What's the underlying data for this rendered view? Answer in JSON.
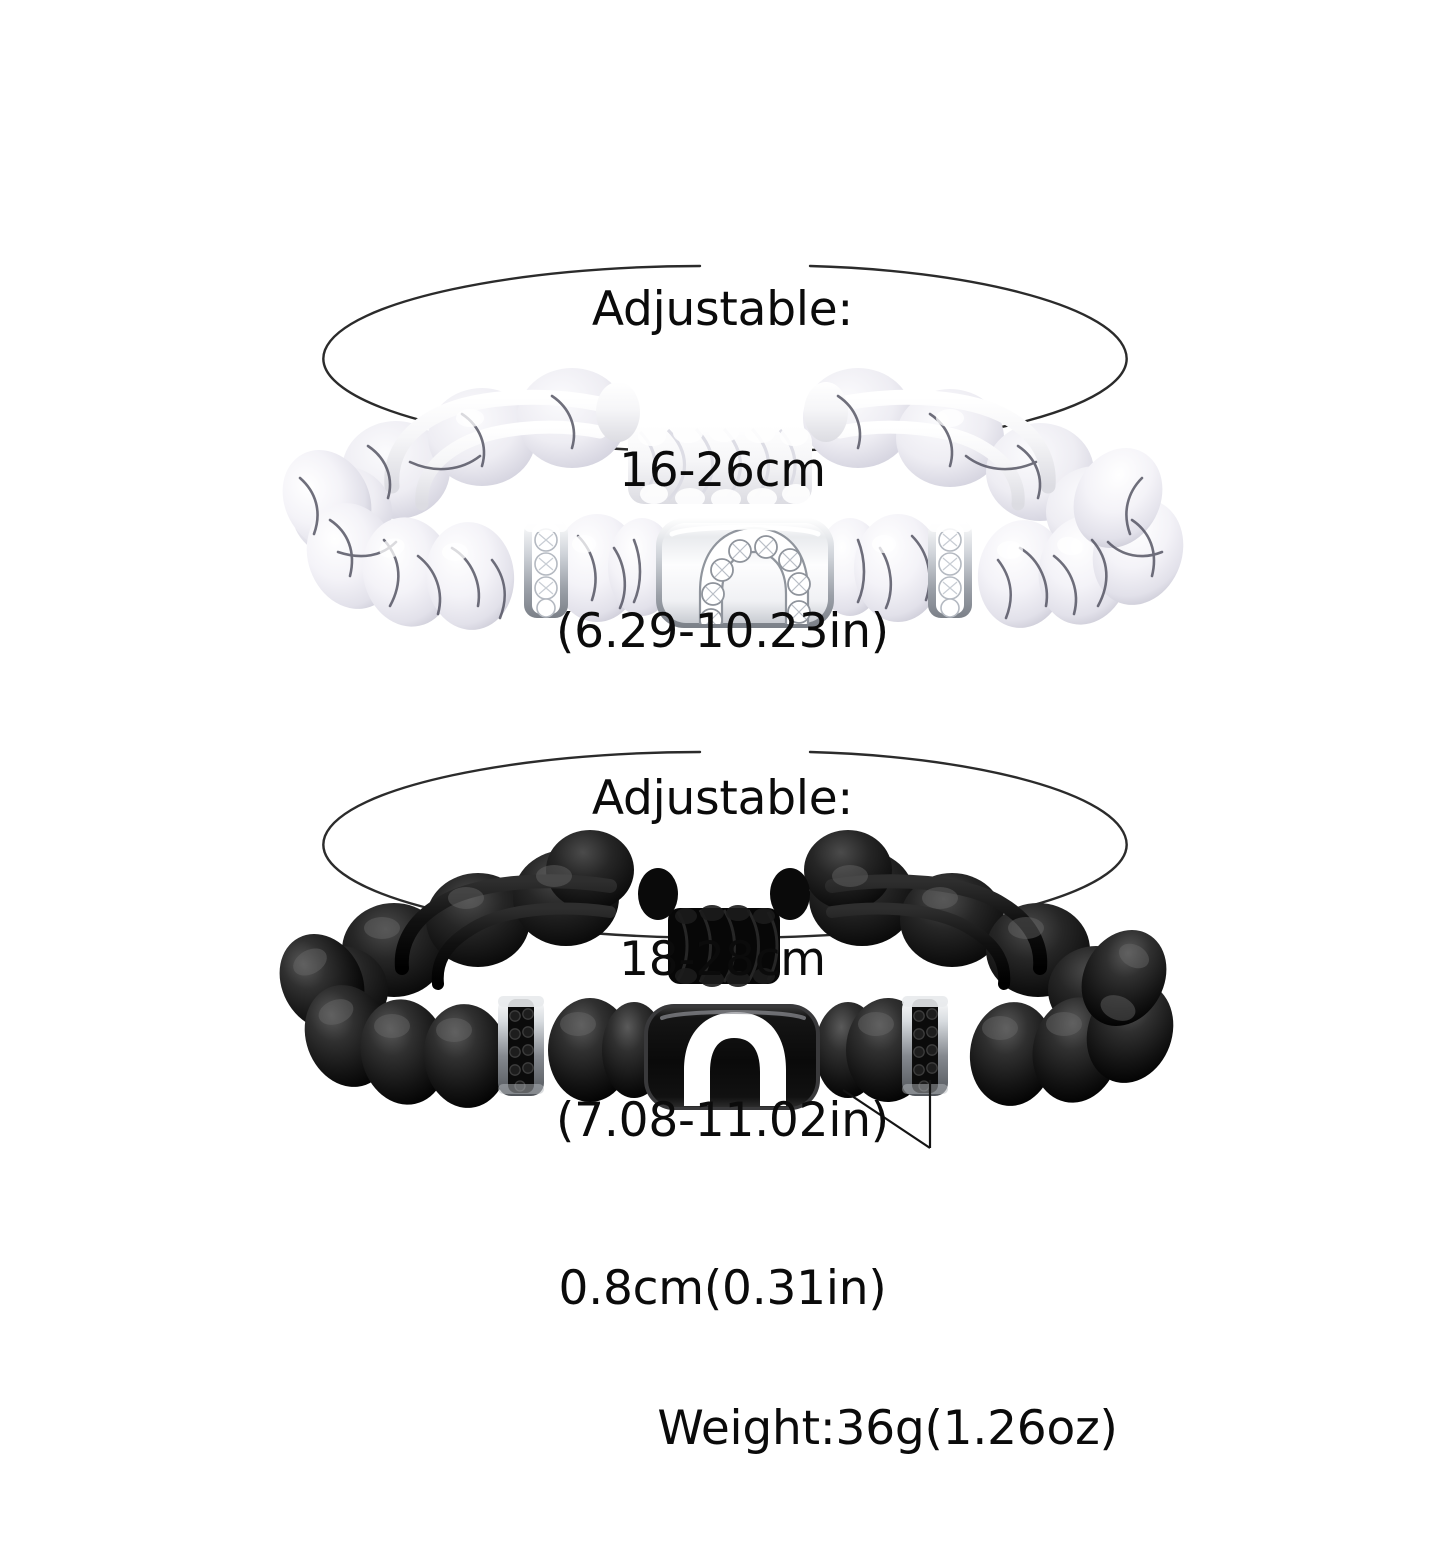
{
  "product": {
    "type": "beaded-bracelet-set",
    "count": 2
  },
  "annotations": {
    "bracelet_white": {
      "adjustable_label": "Adjustable:",
      "range_cm": "16-26cm",
      "range_in": "(6.29-10.23in)"
    },
    "bracelet_black": {
      "adjustable_label": "Adjustable:",
      "range_cm": "18-28cm",
      "range_in": "(7.08-11.02in)"
    },
    "bead_size": "0.8cm(0.31in)",
    "weight": "Weight:36g(1.26oz)"
  },
  "bracelets": [
    {
      "name": "white-howlite-bracelet",
      "bead_material": "white howlite marble",
      "bead_color": "#f2f1f6",
      "vein_color": "#4a4a58",
      "cord_color": "#ffffff",
      "charm": {
        "shape": "rounded-rectangle",
        "body_color": "#f7f8fa",
        "frame_color": "#b9bdc4",
        "stone_color": "#ffffff",
        "motif": "cz-arc-horseshoe"
      },
      "spacers": {
        "count": 2,
        "rim_color": "#c6cad0",
        "stone_color": "#ffffff"
      }
    },
    {
      "name": "black-onyx-bracelet",
      "bead_material": "matte black onyx",
      "bead_color": "#1b1b1b",
      "highlight_color": "#4a4a4a",
      "cord_color": "#0a0a0a",
      "charm": {
        "shape": "rounded-rectangle",
        "body_color": "#0d0d0d",
        "frame_color": "#2c2c2c",
        "motif_color": "#ffffff",
        "motif": "white-arc-horseshoe"
      },
      "spacers": {
        "count": 2,
        "rim_color": "#d4d8dc",
        "stone_color": "#0e0e0e"
      }
    }
  ],
  "colors": {
    "background": "#ffffff",
    "text": "#0b0b0b",
    "guide_line": "#2b2b2b"
  }
}
